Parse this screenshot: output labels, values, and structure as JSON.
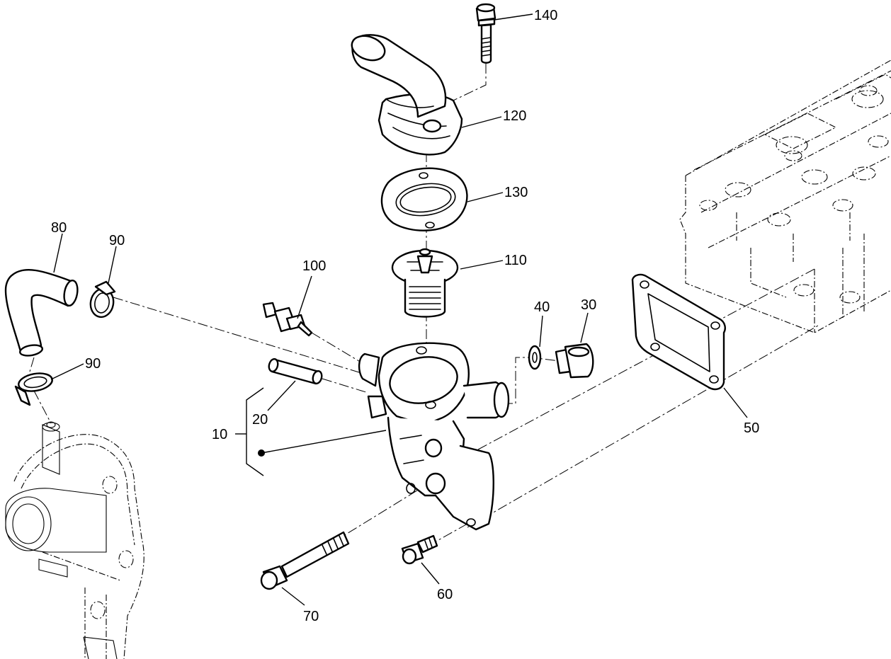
{
  "callouts": {
    "c10": "10",
    "c20": "20",
    "c30": "30",
    "c40": "40",
    "c50": "50",
    "c60": "60",
    "c70": "70",
    "c80": "80",
    "c90a": "90",
    "c90b": "90",
    "c100": "100",
    "c110": "110",
    "c120": "120",
    "c130": "130",
    "c140": "140"
  }
}
